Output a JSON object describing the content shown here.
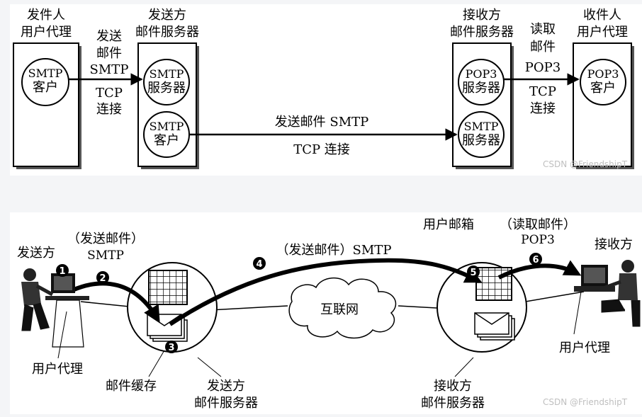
{
  "top": {
    "sender_ua": {
      "line1": "发件人",
      "line2": "用户代理",
      "client_line1": "SMTP",
      "client_line2": "客户"
    },
    "arrow1": {
      "line1": "发送",
      "line2": "邮件",
      "line3": "SMTP",
      "line4": "TCP",
      "line5": "连接"
    },
    "send_server": {
      "line1": "发送方",
      "line2": "邮件服务器",
      "server_line1": "SMTP",
      "server_line2": "服务器",
      "client_line1": "SMTP",
      "client_line2": "客户"
    },
    "long_arrow": {
      "top": "发送邮件 SMTP",
      "bottom": "TCP 连接"
    },
    "recv_server": {
      "line1": "接收方",
      "line2": "邮件服务器",
      "pop3_line1": "POP3",
      "pop3_line2": "服务器",
      "smtp_line1": "SMTP",
      "smtp_line2": "服务器"
    },
    "arrow2": {
      "line1": "读取",
      "line2": "邮件",
      "line3": "POP3",
      "line4": "TCP",
      "line5": "连接"
    },
    "recv_ua": {
      "line1": "收件人",
      "line2": "用户代理",
      "client_line1": "POP3",
      "client_line2": "客户"
    },
    "watermark": "CSDN @FriendshipT"
  },
  "bottom": {
    "sender": "发送方",
    "step2_label_line1": "（发送邮件）",
    "step2_label_line2": "SMTP",
    "step4_label": "（发送邮件）SMTP",
    "mailbox": "用户邮箱",
    "step6_label_line1": "（读取邮件）",
    "step6_label_line2": "POP3",
    "receiver": "接收方",
    "sender_ua": "用户代理",
    "mail_cache": "邮件缓存",
    "send_server_line1": "发送方",
    "send_server_line2": "邮件服务器",
    "internet": "互联网",
    "recv_server_line1": "接收方",
    "recv_server_line2": "邮件服务器",
    "recv_ua": "用户代理",
    "steps": [
      "1",
      "2",
      "3",
      "4",
      "5",
      "6"
    ],
    "watermark": "CSDN @FriendshipT"
  }
}
